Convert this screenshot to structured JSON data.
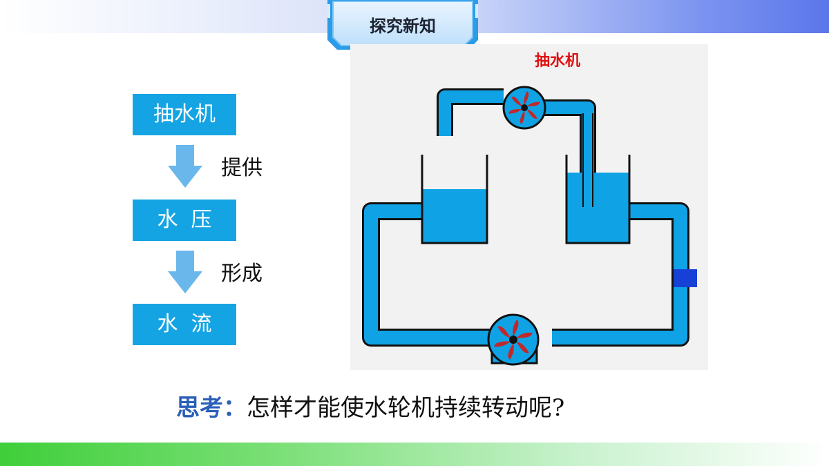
{
  "header": {
    "tab_title": "探究新知"
  },
  "flow": {
    "boxes": [
      "抽水机",
      "水  压",
      "水  流"
    ],
    "arrow_labels": [
      "提供",
      "形成"
    ]
  },
  "diagram": {
    "title": "抽水机"
  },
  "question": {
    "prefix": "思考：",
    "text": "怎样才能使水轮机持续转动呢?"
  },
  "colors": {
    "box_fill": "#15a4e3",
    "arrow_fill": "#6ab7ec",
    "water": "#0fa3e6",
    "pipe_outline": "#111111",
    "pump_blade": "#c0282a",
    "valve": "#1740d6",
    "diagram_title": "#e01010",
    "question_prefix": "#2a5fb8"
  },
  "icons": [
    "pump-top-icon",
    "water-wheel-icon",
    "down-arrow-icon",
    "valve-icon"
  ]
}
